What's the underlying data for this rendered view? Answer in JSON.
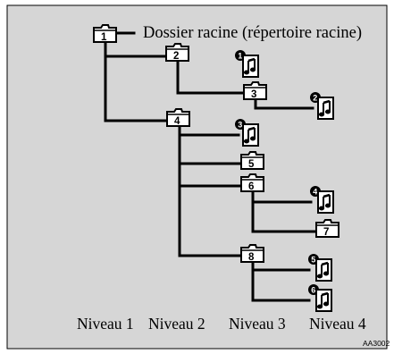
{
  "diagram": {
    "root_label": "Dossier racine (répertoire racine)",
    "levels": [
      "Niveau 1",
      "Niveau 2",
      "Niveau 3",
      "Niveau 4"
    ],
    "figure_code": "AA3002",
    "folders": [
      {
        "number": "1",
        "level": 1
      },
      {
        "number": "2",
        "level": 2
      },
      {
        "number": "3",
        "level": 3
      },
      {
        "number": "4",
        "level": 2
      },
      {
        "number": "5",
        "level": 3
      },
      {
        "number": "6",
        "level": 3
      },
      {
        "number": "7",
        "level": 4
      },
      {
        "number": "8",
        "level": 3
      }
    ],
    "tracks": [
      {
        "number": "1",
        "level": 3,
        "parent_folder": "2"
      },
      {
        "number": "2",
        "level": 4,
        "parent_folder": "3"
      },
      {
        "number": "3",
        "level": 3,
        "parent_folder": "4"
      },
      {
        "number": "4",
        "level": 4,
        "parent_folder": "6"
      },
      {
        "number": "5",
        "level": 4,
        "parent_folder": "8"
      },
      {
        "number": "6",
        "level": 4,
        "parent_folder": "8"
      }
    ]
  }
}
